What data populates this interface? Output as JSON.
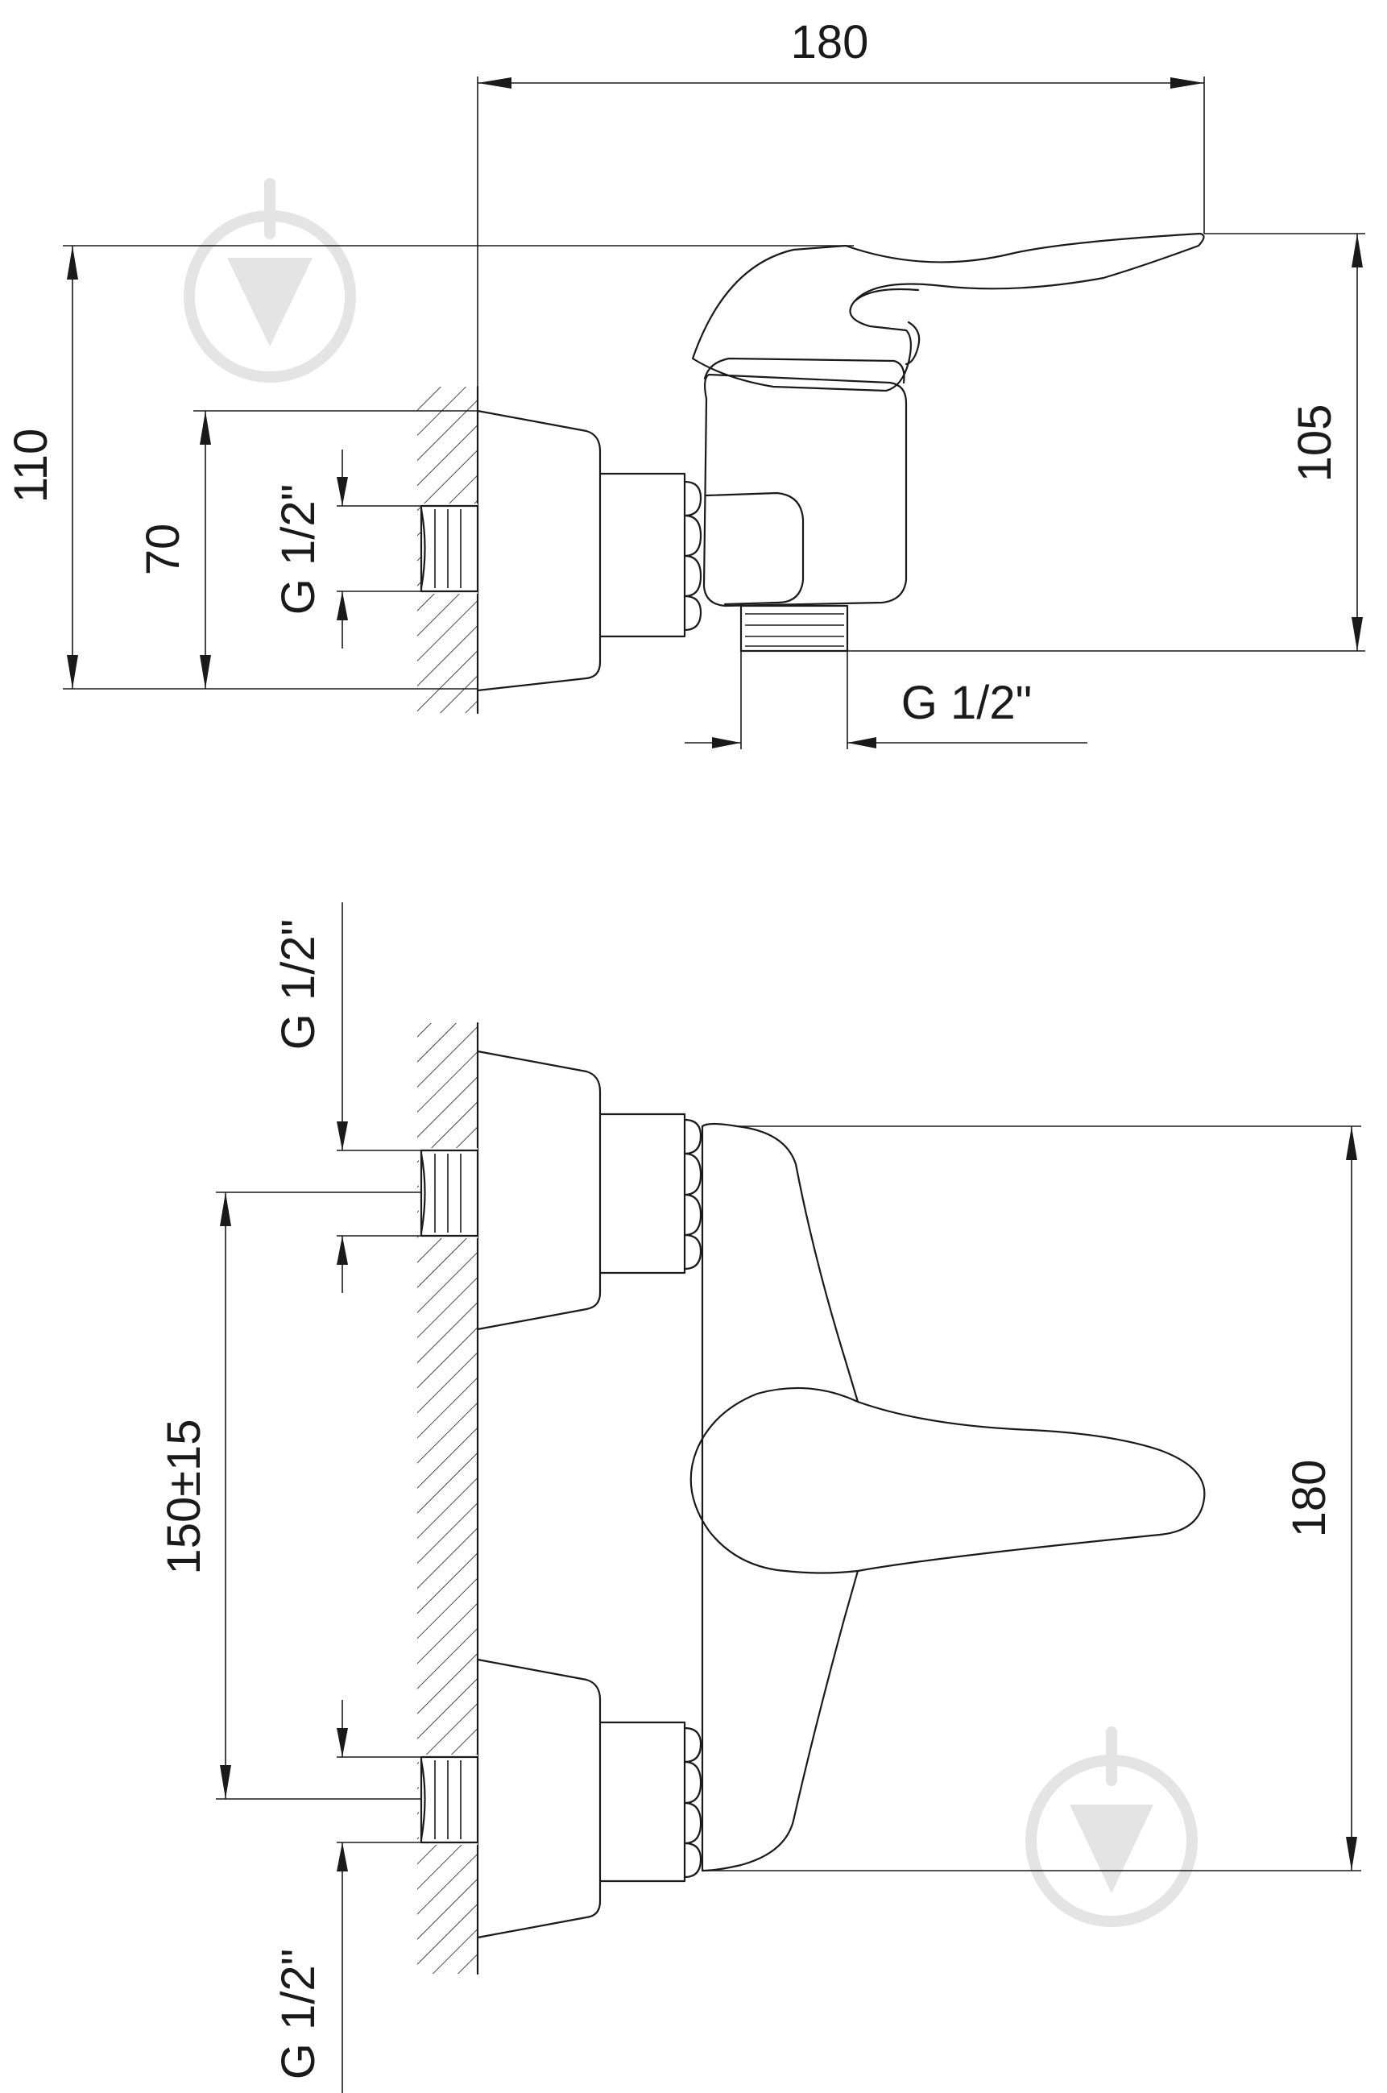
{
  "side_view": {
    "width_dim": "180",
    "total_height_dim": "110",
    "body_height_dim": "105",
    "inlet_height_dim": "70",
    "inlet_thread": "G 1/2\"",
    "outlet_thread": "G 1/2\""
  },
  "front_view": {
    "top_inlet_thread": "G 1/2\"",
    "bottom_inlet_thread": "G 1/2\"",
    "center_distance_dim": "150±15",
    "height_dim": "180"
  },
  "colors": {
    "line": "#1a1a1a",
    "watermark": "#e4e4e4",
    "background": "#ffffff"
  }
}
